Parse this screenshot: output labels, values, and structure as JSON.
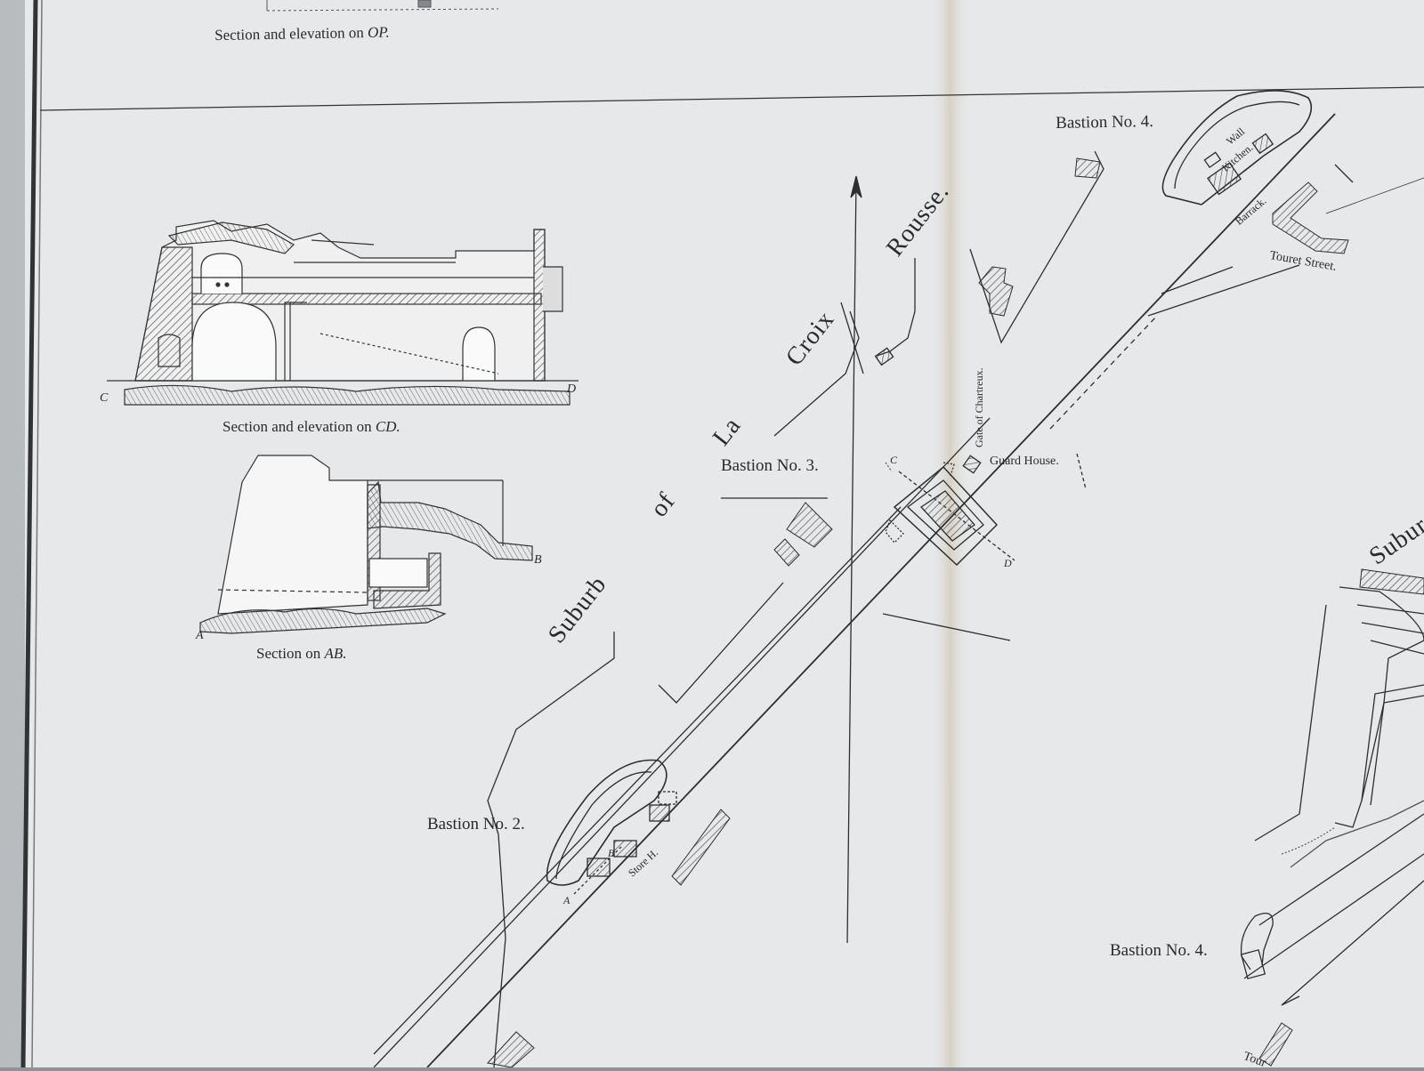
{
  "captions": {
    "section_op_prefix": "Section and elevation on",
    "section_op_letters": "OP.",
    "section_cd_prefix": "Section and elevation on",
    "section_cd_letters": "CD.",
    "section_ab_prefix": "Section on",
    "section_ab_letters": "AB."
  },
  "section_letters": {
    "c": "C",
    "d": "D",
    "a": "A",
    "b": "B"
  },
  "map_labels": {
    "bastion_2": "Bastion No. 2.",
    "bastion_3": "Bastion No. 3.",
    "bastion_4_top": "Bastion No. 4.",
    "bastion_4_bottom": "Bastion No. 4.",
    "suburb": "Suburb",
    "of": "of",
    "la": "La",
    "croix": "Croix",
    "rousse": "Rousse.",
    "suburb_right": "Subur",
    "gate": "Gate of Chartreux.",
    "guard_house": "Guard House.",
    "touret_street": "Touret Street.",
    "touret_bottom": "Tour",
    "wall": "Wall",
    "kitchen": "Kitchen.",
    "barrack": "Barrack.",
    "store": "Store H.",
    "store_b": "B",
    "plan_a": "A",
    "plan_c": "C",
    "plan_d": "D"
  },
  "colors": {
    "paper": "#e6e8ea",
    "ink": "#3a3a3a",
    "fold": "#d6d1c4"
  }
}
